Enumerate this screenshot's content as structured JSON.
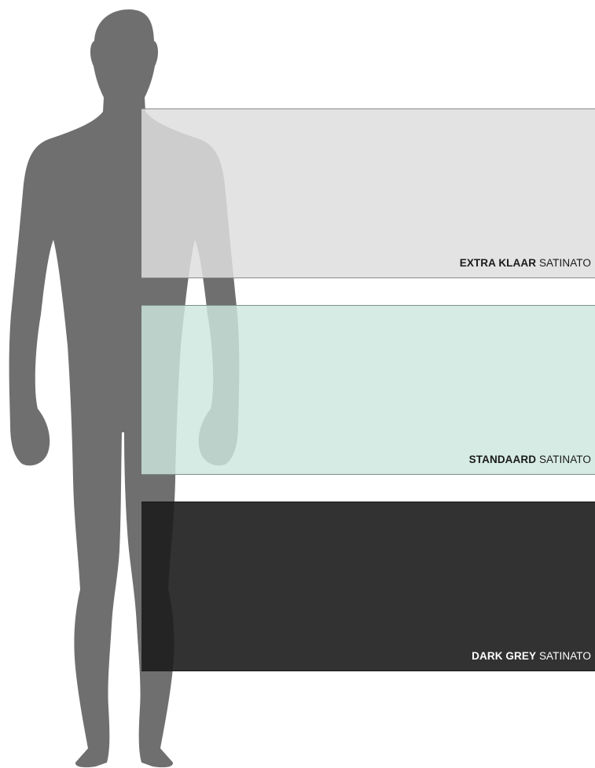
{
  "colors": {
    "silhouette": "#6f6f6f",
    "extra_klaar": "#dedede",
    "standaard": "#cde6de",
    "dark_grey": "#1c1c1c"
  },
  "panels": [
    {
      "bold": "EXTRA KLAAR",
      "light": "SATINATO"
    },
    {
      "bold": "STANDAARD",
      "light": "SATINATO"
    },
    {
      "bold": "DARK GREY",
      "light": "SATINATO"
    }
  ]
}
